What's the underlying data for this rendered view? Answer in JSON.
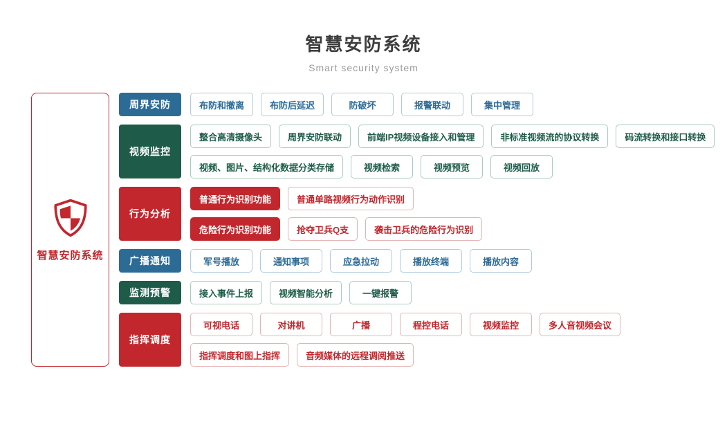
{
  "header": {
    "title": "智慧安防系统",
    "subtitle": "Smart security system"
  },
  "root": {
    "label": "智慧安防系统",
    "icon": "shield-icon"
  },
  "colors": {
    "blue": "#2d6b97",
    "blue_light": "#aecbdf",
    "green": "#1e5c49",
    "green_light": "#a9ccc0",
    "red": "#c1272d",
    "red_light": "#e6b3b5",
    "title_text": "#3d3d3d",
    "subtitle_text": "#9b9b9b"
  },
  "groups": [
    {
      "id": "perimeter-security",
      "name": "周界安防",
      "color": "blue",
      "lines": [
        [
          {
            "label": "布防和撤离"
          },
          {
            "label": "布防后延迟"
          },
          {
            "label": "防破坏"
          },
          {
            "label": "报警联动"
          },
          {
            "label": "集中管理"
          }
        ]
      ]
    },
    {
      "id": "video-surveillance",
      "name": "视频监控",
      "color": "green",
      "lines": [
        [
          {
            "label": "整合高清摄像头"
          },
          {
            "label": "周界安防联动"
          },
          {
            "label": "前端IP视频设备接入和管理"
          },
          {
            "label": "非标准视频流的协议转换"
          },
          {
            "label": "码流转换和接口转换"
          }
        ],
        [
          {
            "label": "视频、图片、结构化数据分类存储"
          },
          {
            "label": "视频检索"
          },
          {
            "label": "视频预览"
          },
          {
            "label": "视频回放"
          }
        ]
      ]
    },
    {
      "id": "behavior-analysis",
      "name": "行为分析",
      "color": "red",
      "lines": [
        [
          {
            "label": "普通行为识别功能",
            "filled": true
          },
          {
            "label": "普通单路视频行为动作识别"
          }
        ],
        [
          {
            "label": "危险行为识别功能",
            "filled": true
          },
          {
            "label": "抢夺卫兵Q支"
          },
          {
            "label": "袭击卫兵的危险行为识别"
          }
        ]
      ]
    },
    {
      "id": "broadcast-notice",
      "name": "广播通知",
      "color": "blue",
      "lines": [
        [
          {
            "label": "军号播放"
          },
          {
            "label": "通知事项"
          },
          {
            "label": "应急拉动"
          },
          {
            "label": "播放终端"
          },
          {
            "label": "播放内容"
          }
        ]
      ]
    },
    {
      "id": "monitoring-warning",
      "name": "监测预警",
      "color": "green",
      "lines": [
        [
          {
            "label": "接入事件上报"
          },
          {
            "label": "视频智能分析"
          },
          {
            "label": "一键报警"
          }
        ]
      ]
    },
    {
      "id": "command-dispatch",
      "name": "指挥调度",
      "color": "red",
      "lines": [
        [
          {
            "label": "可视电话"
          },
          {
            "label": "对讲机"
          },
          {
            "label": "广播"
          },
          {
            "label": "程控电话"
          },
          {
            "label": "视频监控"
          },
          {
            "label": "多人音视频会议"
          }
        ],
        [
          {
            "label": "指挥调度和图上指挥"
          },
          {
            "label": "音频媒体的远程调阅推送"
          }
        ]
      ]
    }
  ]
}
